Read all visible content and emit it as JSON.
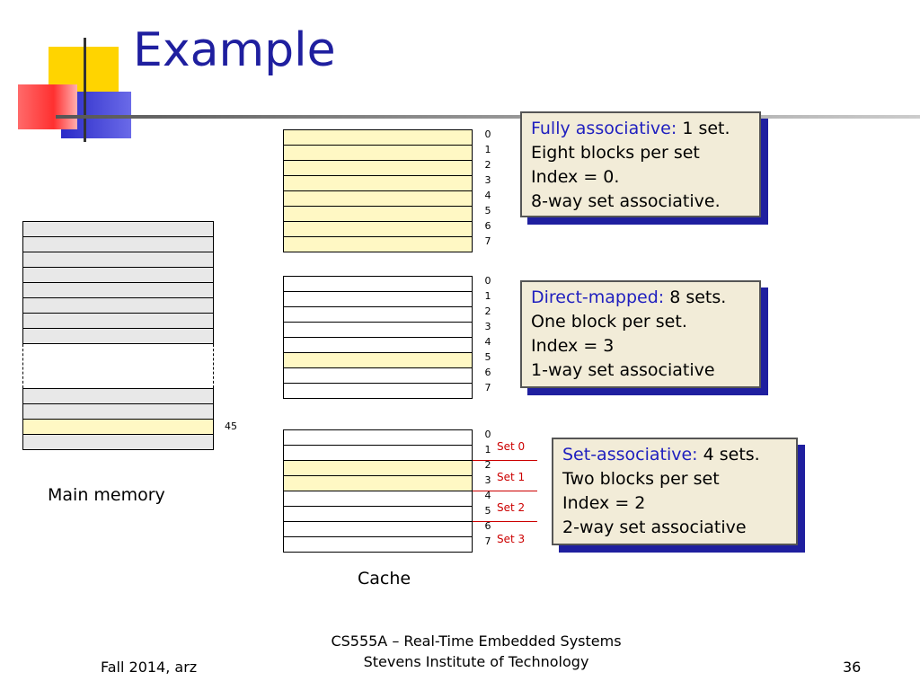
{
  "slide": {
    "title": "Example",
    "captions": {
      "main_memory": "Main memory",
      "cache": "Cache"
    },
    "main_memory_block_label": "45",
    "cache_indices": [
      "0",
      "1",
      "2",
      "3",
      "4",
      "5",
      "6",
      "7"
    ],
    "set_labels": [
      "Set 0",
      "Set 1",
      "Set 2",
      "Set 3"
    ],
    "boxes": {
      "fully": {
        "keyword": "Fully associative:",
        "rest": " 1 set.",
        "lines": [
          "Eight blocks per set",
          "Index = 0.",
          "8-way set associative."
        ]
      },
      "direct": {
        "keyword": "Direct-mapped:",
        "rest": " 8 sets.",
        "lines": [
          "One block per set.",
          "Index = 3",
          "1-way set associative"
        ]
      },
      "setassoc": {
        "keyword": "Set-associative:",
        "rest": " 4 sets.",
        "lines": [
          "Two blocks per set",
          "Index = 2",
          "2-way set associative"
        ]
      }
    },
    "footer": {
      "left": "Fall 2014, arz",
      "center_line1": "CS555A – Real-Time Embedded Systems",
      "center_line2": "Stevens Institute of Technology",
      "page": "36"
    }
  },
  "colors": {
    "title": "#1f1f9f",
    "highlight": "#fff8c4",
    "box_bg": "#f2ecd8",
    "box_shadow": "#1f1f9f",
    "set_red": "#cc0000"
  }
}
